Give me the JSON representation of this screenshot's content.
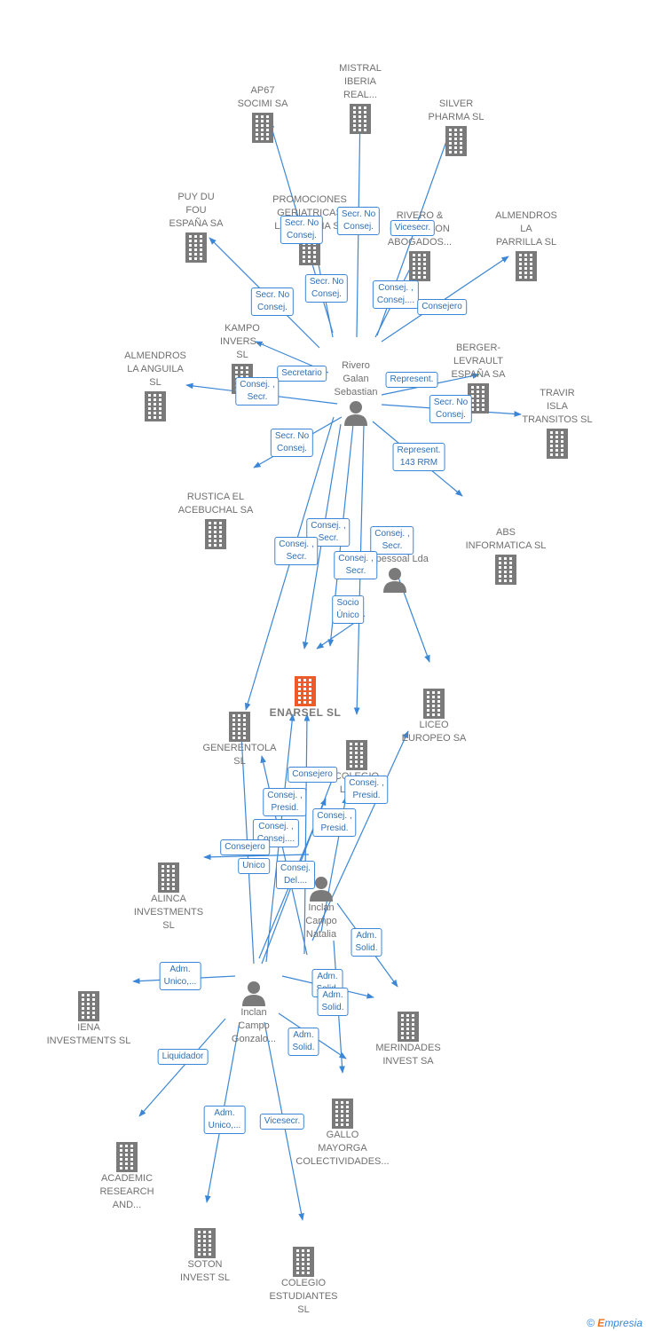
{
  "colors": {
    "edge": "#3b86d6",
    "building": "#7a7a7a",
    "focus": "#f05a28",
    "person": "#7a7a7a"
  },
  "nodes": [
    {
      "id": "mistral",
      "label": "MISTRAL\nIBERIA\nREAL...",
      "kind": "company"
    },
    {
      "id": "ap67",
      "label": "AP67\nSOCIMI SA",
      "kind": "company"
    },
    {
      "id": "silver",
      "label": "SILVER\nPHARMA  SL",
      "kind": "company"
    },
    {
      "id": "puy",
      "label": "PUY DU\nFOU\nESPAÑA SA",
      "kind": "company"
    },
    {
      "id": "promociones",
      "label": "PROMOCIONES\nGERIATRICAS\nLA MANCHA SL",
      "kind": "company"
    },
    {
      "id": "rivero_gust",
      "label": "RIVERO &\nGUSTAFSON\nABOGADOS...",
      "kind": "company"
    },
    {
      "id": "almendros_parrilla",
      "label": "ALMENDROS\nLA\nPARRILLA  SL",
      "kind": "company"
    },
    {
      "id": "kampo",
      "label": "KAMPO\nINVERS...\nSL",
      "kind": "company"
    },
    {
      "id": "almendros_anguila",
      "label": "ALMENDROS\nLA ANGUILA\nSL",
      "kind": "company"
    },
    {
      "id": "berger",
      "label": "BERGER-\nLEVRAULT\nESPAÑA SA",
      "kind": "company"
    },
    {
      "id": "travir",
      "label": "TRAVIR\nISLA\nTRANSITOS SL",
      "kind": "company"
    },
    {
      "id": "rivero_person",
      "label": "Rivero\nGalan\nSebastian",
      "kind": "person"
    },
    {
      "id": "rustica",
      "label": "RUSTICA EL\nACEBUCHAL SA",
      "kind": "company"
    },
    {
      "id": "abs",
      "label": "ABS\nINFORMATICA SL",
      "kind": "company"
    },
    {
      "id": "lincera",
      "label": "Lincera\nSgps\nUnipessoal Lda",
      "kind": "person"
    },
    {
      "id": "enarsel",
      "label": "ENARSEL  SL",
      "kind": "focus"
    },
    {
      "id": "generentola",
      "label": "GENERENTOLA\nSL",
      "kind": "company"
    },
    {
      "id": "liceo",
      "label": "LICEO\nEUROPEO SA",
      "kind": "company"
    },
    {
      "id": "colegio_las",
      "label": "COLEGIO\nLAS T...",
      "kind": "company"
    },
    {
      "id": "alinca",
      "label": "ALINCA\nINVESTMENTS\nSL",
      "kind": "company"
    },
    {
      "id": "natalia",
      "label": "Inclan\nCampo\nNatalia",
      "kind": "person"
    },
    {
      "id": "iena",
      "label": "IENA\nINVESTMENTS SL",
      "kind": "company"
    },
    {
      "id": "gonzalo",
      "label": "Inclan\nCampo\nGonzalo...",
      "kind": "person"
    },
    {
      "id": "merindades",
      "label": "MERINDADES\nINVEST SA",
      "kind": "company"
    },
    {
      "id": "gallo",
      "label": "GALLO\nMAYORGA\nCOLECTIVIDADES...",
      "kind": "company"
    },
    {
      "id": "academic",
      "label": "ACADEMIC\nRESEARCH\nAND...",
      "kind": "company"
    },
    {
      "id": "soton",
      "label": "SOTON\nINVEST  SL",
      "kind": "company"
    },
    {
      "id": "colegio_est",
      "label": "COLEGIO\nESTUDIANTES\nSL",
      "kind": "company"
    }
  ],
  "badges": [
    {
      "label": "Secr.  No\nConsej."
    },
    {
      "label": "Secr.  No\nConsej."
    },
    {
      "label": "Vicesecr."
    },
    {
      "label": "Secr.  No\nConsej."
    },
    {
      "label": "Secr.  No\nConsej."
    },
    {
      "label": "Consej. ,\nConsej...."
    },
    {
      "label": "Consejero"
    },
    {
      "label": "Secretario"
    },
    {
      "label": "Consej. ,\nSecr."
    },
    {
      "label": "Represent."
    },
    {
      "label": "Secr.  No\nConsej."
    },
    {
      "label": "Secr.  No\nConsej."
    },
    {
      "label": "Represent.\n143 RRM"
    },
    {
      "label": "Consej. ,\nSecr."
    },
    {
      "label": "Consej. ,\nSecr."
    },
    {
      "label": "Consej. ,\nSecr."
    },
    {
      "label": "Consej. ,\nSecr."
    },
    {
      "label": "Socio\nÚnico"
    },
    {
      "label": "Consejero"
    },
    {
      "label": "Consej. ,\nPresid."
    },
    {
      "label": "Consej. ,\nPresid."
    },
    {
      "label": "Consej. ,\nPresid."
    },
    {
      "label": "Consej. ,\nConsej...."
    },
    {
      "label": "Consejero"
    },
    {
      "label": "Unico"
    },
    {
      "label": "Consej.\nDel...."
    },
    {
      "label": "Adm.\nSolid."
    },
    {
      "label": "Adm.\nUnico,..."
    },
    {
      "label": "Adm.\nSolid."
    },
    {
      "label": "Adm.\nSolid."
    },
    {
      "label": "Adm.\nSolid."
    },
    {
      "label": "Liquidador"
    },
    {
      "label": "Adm.\nUnico,..."
    },
    {
      "label": "Vicesecr."
    }
  ],
  "footer": {
    "copyright": "©",
    "brand_initial": "E",
    "brand_rest": "mpresia"
  }
}
